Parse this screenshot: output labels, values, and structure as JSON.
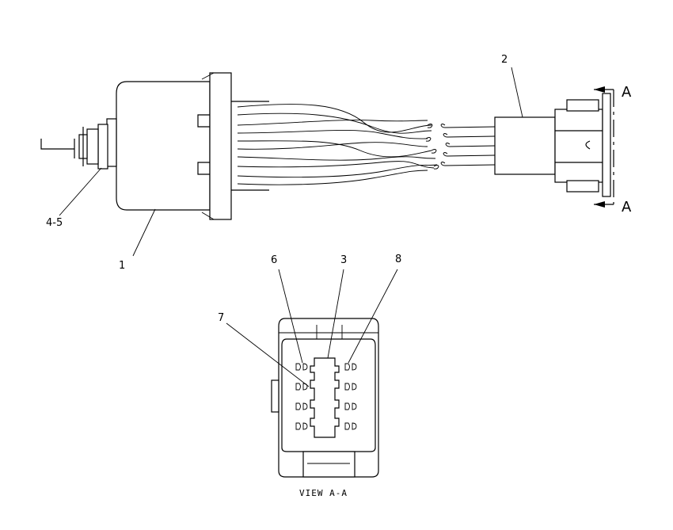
{
  "callouts": {
    "c1": "1",
    "c2": "2",
    "c3": "3",
    "c45": "4-5",
    "c6": "6",
    "c7": "7",
    "c8": "8"
  },
  "section_marker": "A",
  "view_caption": "VIEW A-A"
}
